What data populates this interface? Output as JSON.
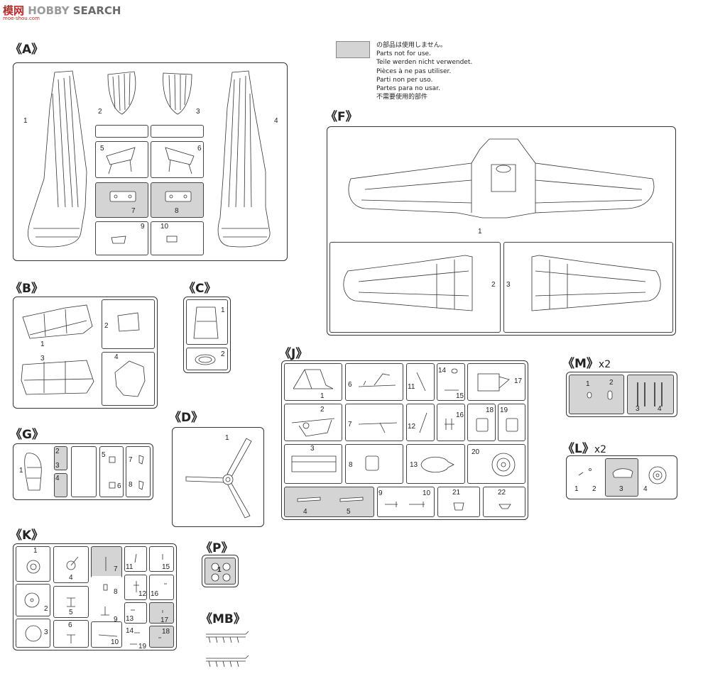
{
  "watermark": {
    "glyphs": "模",
    "net": "网",
    "hobby": "HOBBY",
    "search": "SEARCH",
    "url": "moe-shou.com"
  },
  "legend": {
    "lines": [
      "の部品は使用しません。",
      "Parts not for use.",
      "Teile werden nicht verwendet.",
      "Pièces à ne pas utiliser.",
      "Parti non per uso.",
      "Partes para no usar.",
      "不需要使用的部件"
    ],
    "swatch_color": "#d4d4d4"
  },
  "sections": {
    "A": {
      "title": "《A》",
      "numbers": [
        "1",
        "2",
        "3",
        "4",
        "5",
        "6",
        "7",
        "8",
        "9",
        "10"
      ]
    },
    "B": {
      "title": "《B》",
      "numbers": [
        "1",
        "2",
        "3",
        "4"
      ]
    },
    "C": {
      "title": "《C》",
      "numbers": [
        "1",
        "2"
      ]
    },
    "D": {
      "title": "《D》",
      "numbers": [
        "1"
      ]
    },
    "F": {
      "title": "《F》",
      "numbers": [
        "1",
        "2",
        "3"
      ]
    },
    "G": {
      "title": "《G》",
      "numbers": [
        "1",
        "2",
        "3",
        "4",
        "5",
        "6",
        "7",
        "8"
      ]
    },
    "J": {
      "title": "《J》",
      "numbers": [
        "1",
        "2",
        "3",
        "4",
        "5",
        "6",
        "7",
        "8",
        "9",
        "10",
        "11",
        "12",
        "13",
        "14",
        "15",
        "16",
        "17",
        "18",
        "19",
        "20",
        "21",
        "22"
      ]
    },
    "K": {
      "title": "《K》",
      "numbers": [
        "1",
        "2",
        "3",
        "4",
        "5",
        "6",
        "7",
        "8",
        "9",
        "10",
        "11",
        "12",
        "13",
        "14",
        "15",
        "16",
        "17",
        "18",
        "19"
      ]
    },
    "M": {
      "title": "《M》",
      "multiplier": "x2",
      "numbers": [
        "1",
        "2",
        "3",
        "4"
      ]
    },
    "L": {
      "title": "《L》",
      "multiplier": "x2",
      "numbers": [
        "1",
        "2",
        "3",
        "4"
      ]
    },
    "P": {
      "title": "《P》",
      "numbers": [
        "1"
      ]
    },
    "MB": {
      "title": "《MB》"
    }
  }
}
